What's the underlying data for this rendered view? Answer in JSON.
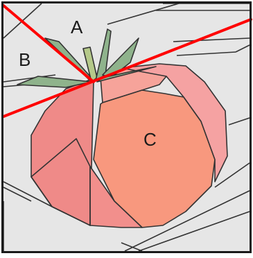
{
  "diagram": {
    "labels": {
      "region_a": "A",
      "region_b": "B",
      "region_c": "C"
    },
    "colors": {
      "background": "#e6e6e6",
      "frame": "#1a1a1a",
      "line": "#333333",
      "cut_line": "#ff0000",
      "leaf": "#8fb38c",
      "stem": "#b5c98a",
      "tomato_left": "#ef8a88",
      "tomato_main": "#f8987e",
      "tomato_right": "#f5a2a2",
      "tomato_bottom": "#f28f8c",
      "tomato_top": "#f6a39a"
    }
  }
}
